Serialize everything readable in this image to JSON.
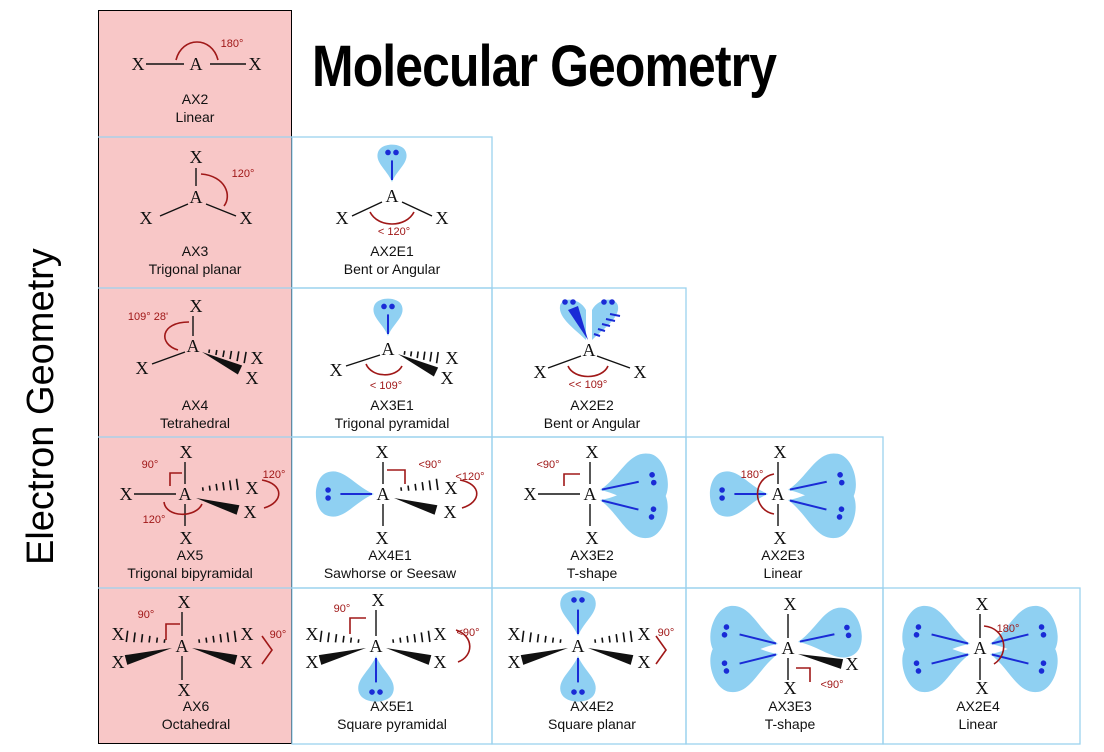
{
  "title": "Molecular Geometry",
  "side_label": "Electron Geometry",
  "atom_labels": {
    "central": "A",
    "ligand": "X"
  },
  "colors": {
    "first_column_fill": "#f8c7c7",
    "cell_border": "#9cd2ee",
    "lone_pair": "#8fd0f2",
    "electron_dot": "#1a2bd6",
    "angle_arc": "#a01818"
  },
  "cells": [
    {
      "id": "ax2",
      "formula": "AX2",
      "name": "Linear",
      "angles": [
        "180°"
      ]
    },
    {
      "id": "ax3",
      "formula": "AX3",
      "name": "Trigonal planar",
      "angles": [
        "120°"
      ]
    },
    {
      "id": "ax2e1",
      "formula": "AX2E1",
      "name": "Bent or Angular",
      "angles": [
        "< 120°"
      ]
    },
    {
      "id": "ax4",
      "formula": "AX4",
      "name": "Tetrahedral",
      "angles": [
        "109° 28'"
      ]
    },
    {
      "id": "ax3e1",
      "formula": "AX3E1",
      "name": "Trigonal pyramidal",
      "angles": [
        "< 109°"
      ]
    },
    {
      "id": "ax2e2",
      "formula": "AX2E2",
      "name": "Bent or Angular",
      "angles": [
        "<< 109°"
      ]
    },
    {
      "id": "ax5",
      "formula": "AX5",
      "name": "Trigonal bipyramidal",
      "angles": [
        "90°",
        "120°",
        "120°"
      ]
    },
    {
      "id": "ax4e1",
      "formula": "AX4E1",
      "name": "Sawhorse or Seesaw",
      "angles": [
        "<90°",
        "<120°"
      ]
    },
    {
      "id": "ax3e2",
      "formula": "AX3E2",
      "name": "T-shape",
      "angles": [
        "<90°"
      ]
    },
    {
      "id": "ax2e3",
      "formula": "AX2E3",
      "name": "Linear",
      "angles": [
        "180°"
      ]
    },
    {
      "id": "ax6",
      "formula": "AX6",
      "name": "Octahedral",
      "angles": [
        "90°",
        "90°"
      ]
    },
    {
      "id": "ax5e1",
      "formula": "AX5E1",
      "name": "Square pyramidal",
      "angles": [
        "90°",
        "<90°"
      ]
    },
    {
      "id": "ax4e2",
      "formula": "AX4E2",
      "name": "Square planar",
      "angles": [
        "90°"
      ]
    },
    {
      "id": "ax3e3",
      "formula": "AX3E3",
      "name": "T-shape",
      "angles": [
        "<90°"
      ]
    },
    {
      "id": "ax2e4",
      "formula": "AX2E4",
      "name": "Linear",
      "angles": [
        "180°"
      ]
    }
  ]
}
